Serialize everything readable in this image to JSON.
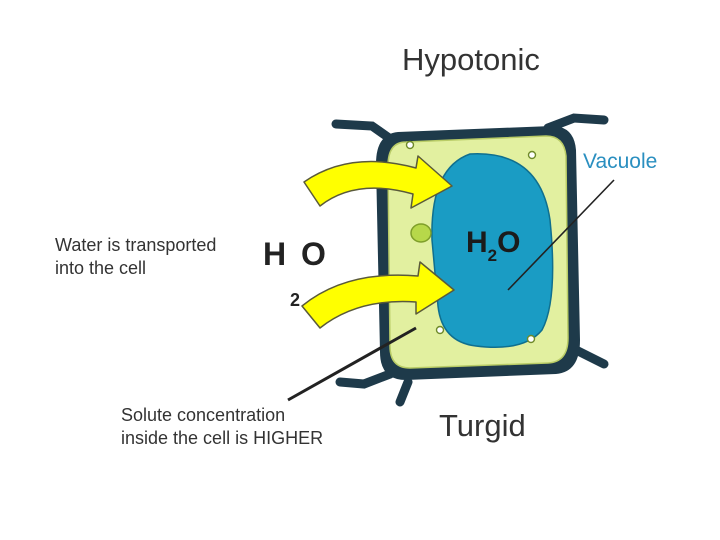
{
  "title": "Hypotonic",
  "state_label": "Turgid",
  "vacuole_label": "Vacuole",
  "water_note": {
    "line1": "Water is transported",
    "line2": "into the cell"
  },
  "solute_note": {
    "line1": "Solute concentration",
    "line2": "inside the cell is HIGHER"
  },
  "outer_molecule": {
    "letters": "H O",
    "subscript": "2"
  },
  "inner_molecule": {
    "h": "H",
    "sub": "2",
    "o": "O"
  },
  "colors": {
    "cell_wall": "#1e3a4a",
    "cytoplasm": "#e2f0a0",
    "vacuole": "#1a9cc4",
    "arrow": "#ffff00",
    "chloroplast": "#b7d84a"
  }
}
